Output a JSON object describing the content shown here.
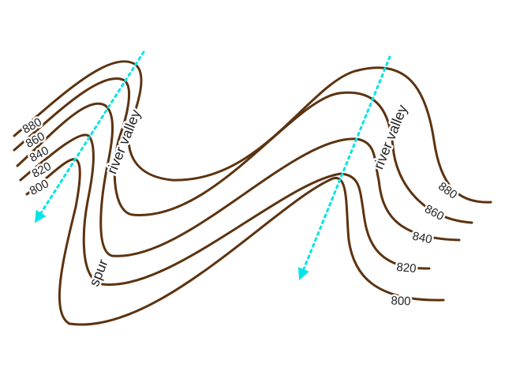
{
  "map": {
    "contours": [
      {
        "elevation": "800",
        "right_label": "800"
      },
      {
        "elevation": "820",
        "right_label": "820"
      },
      {
        "elevation": "840",
        "right_label": "840"
      },
      {
        "elevation": "860",
        "right_label": "860"
      },
      {
        "elevation": "880",
        "right_label": "880"
      }
    ],
    "features": {
      "valley_left": "river valley",
      "valley_right": "river valley",
      "spur": "spur"
    },
    "colors": {
      "contour": "#5c3310",
      "flow_arrow": "#00e5e5"
    }
  }
}
